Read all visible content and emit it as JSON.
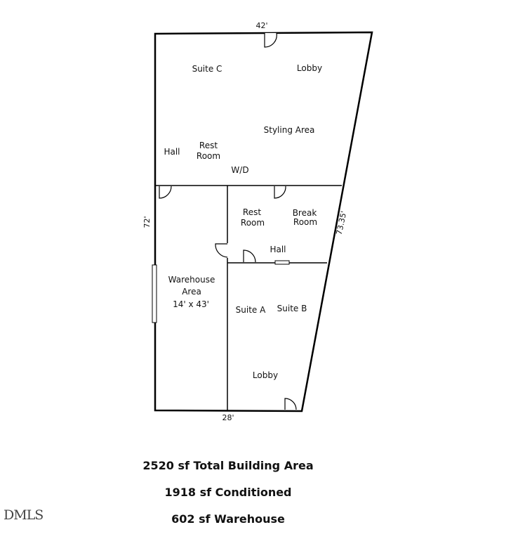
{
  "dimensions": {
    "top": "42'",
    "bottom": "28'",
    "left": "72'",
    "right": "73.35'"
  },
  "rooms": {
    "suite_c": "Suite C",
    "lobby_top": "Lobby",
    "styling_area": "Styling Area",
    "hall_top": "Hall",
    "rest_room_top_1": "Rest",
    "rest_room_top_2": "Room",
    "wd": "W/D",
    "rest_room_mid_1": "Rest",
    "rest_room_mid_2": "Room",
    "break_room_1": "Break",
    "break_room_2": "Room",
    "hall_mid": "Hall",
    "warehouse_1": "Warehouse",
    "warehouse_2": "Area",
    "warehouse_3": "14' x 43'",
    "suite_a": "Suite A",
    "suite_b": "Suite B",
    "lobby_bottom": "Lobby"
  },
  "summary": {
    "total": "2520 sf Total Building Area",
    "conditioned": "1918 sf Conditioned",
    "warehouse": "602 sf Warehouse"
  },
  "watermark": "DMLS"
}
